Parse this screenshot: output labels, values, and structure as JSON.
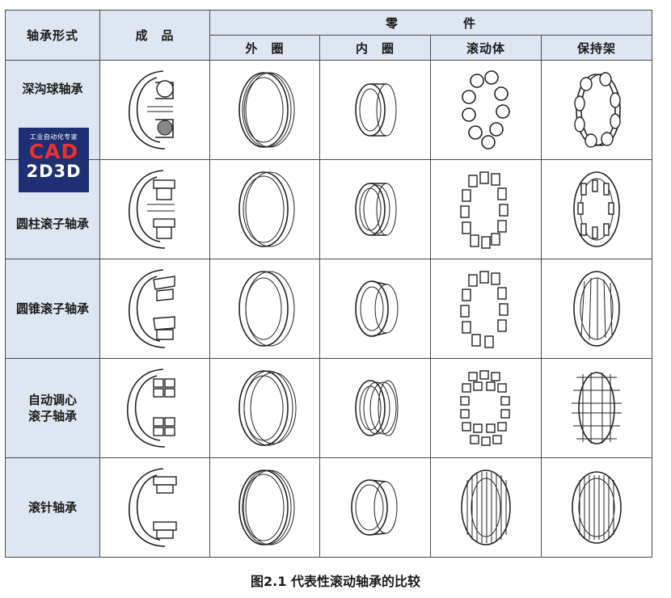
{
  "header": {
    "bearing_type": "轴承形式",
    "assembled": "成　品",
    "parts": "零　　　　　件",
    "outer_ring": "外　圈",
    "inner_ring": "内　圈",
    "rolling_element": "滚动体",
    "cage": "保持架"
  },
  "rows": [
    {
      "label": "深沟球轴承"
    },
    {
      "label": "圆柱滚子轴承"
    },
    {
      "label": "圆锥滚子轴承"
    },
    {
      "label_line1": "自动调心",
      "label_line2": "滚子轴承"
    },
    {
      "label": "滚针轴承"
    }
  ],
  "watermark": {
    "sub": "工业自动化专家",
    "main": "CAD",
    "secondary": "2D3D"
  },
  "caption": "图2.1  代表性滚动轴承的比较"
}
